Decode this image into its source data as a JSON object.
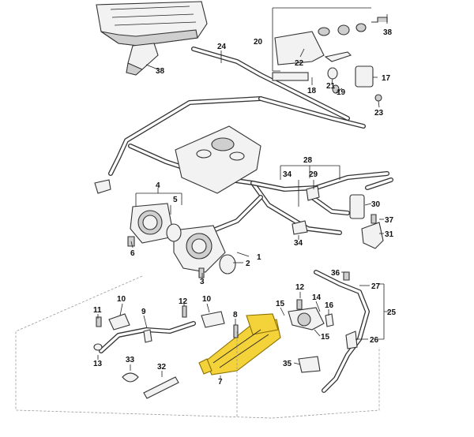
{
  "diagram": {
    "callouts": [
      {
        "id": "c38a",
        "label": "38"
      },
      {
        "id": "c38b",
        "label": "38"
      },
      {
        "id": "c24",
        "label": "24"
      },
      {
        "id": "c20",
        "label": "20"
      },
      {
        "id": "c22",
        "label": "22"
      },
      {
        "id": "c18",
        "label": "18"
      },
      {
        "id": "c21",
        "label": "21"
      },
      {
        "id": "c19",
        "label": "19"
      },
      {
        "id": "c17",
        "label": "17"
      },
      {
        "id": "c23",
        "label": "23"
      },
      {
        "id": "c28",
        "label": "28"
      },
      {
        "id": "c34a",
        "label": "34"
      },
      {
        "id": "c29",
        "label": "29"
      },
      {
        "id": "c30",
        "label": "30"
      },
      {
        "id": "c37",
        "label": "37"
      },
      {
        "id": "c31",
        "label": "31"
      },
      {
        "id": "c34b",
        "label": "34"
      },
      {
        "id": "c4",
        "label": "4"
      },
      {
        "id": "c5",
        "label": "5"
      },
      {
        "id": "c6",
        "label": "6"
      },
      {
        "id": "c1",
        "label": "1"
      },
      {
        "id": "c2",
        "label": "2"
      },
      {
        "id": "c3",
        "label": "3"
      },
      {
        "id": "c36",
        "label": "36"
      },
      {
        "id": "c27",
        "label": "27"
      },
      {
        "id": "c25",
        "label": "25"
      },
      {
        "id": "c26",
        "label": "26"
      },
      {
        "id": "c12a",
        "label": "12"
      },
      {
        "id": "c12b",
        "label": "12"
      },
      {
        "id": "c14",
        "label": "14"
      },
      {
        "id": "c15a",
        "label": "15"
      },
      {
        "id": "c15b",
        "label": "15"
      },
      {
        "id": "c16",
        "label": "16"
      },
      {
        "id": "c11",
        "label": "11"
      },
      {
        "id": "c10a",
        "label": "10"
      },
      {
        "id": "c10b",
        "label": "10"
      },
      {
        "id": "c9",
        "label": "9"
      },
      {
        "id": "c13",
        "label": "13"
      },
      {
        "id": "c8",
        "label": "8"
      },
      {
        "id": "c33",
        "label": "33"
      },
      {
        "id": "c32",
        "label": "32"
      },
      {
        "id": "c7",
        "label": "7"
      },
      {
        "id": "c35",
        "label": "35"
      }
    ],
    "colors": {
      "highlight_part": "#f3d23a",
      "line": "#333333",
      "background": "#ffffff"
    }
  }
}
